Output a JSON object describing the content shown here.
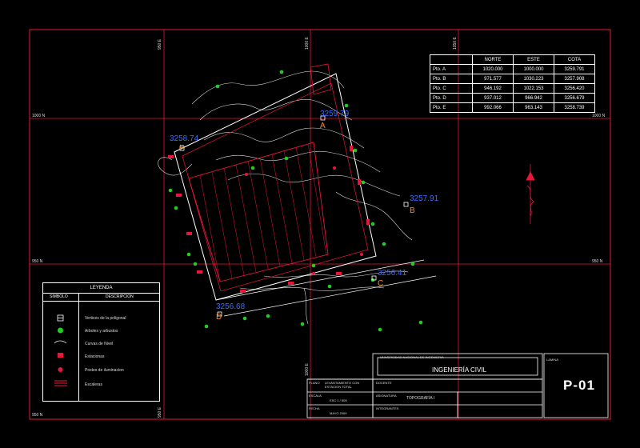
{
  "coordinates_table": {
    "headers": [
      "",
      "NORTE",
      "ESTE",
      "COTA"
    ],
    "rows": [
      {
        "point": "Pto. A",
        "norte": "1020.000",
        "este": "1000.000",
        "cota": "3259.791"
      },
      {
        "point": "Pto. B",
        "norte": "971.577",
        "este": "1030.223",
        "cota": "3257.908"
      },
      {
        "point": "Pto. C",
        "norte": "946.192",
        "este": "1022.153",
        "cota": "3256.420"
      },
      {
        "point": "Pto. D",
        "norte": "937.012",
        "este": "966.942",
        "cota": "3256.679"
      },
      {
        "point": "Pto. E",
        "norte": "992.066",
        "este": "963.143",
        "cota": "3258.739"
      }
    ]
  },
  "legend": {
    "title": "LEYENDA",
    "col_symbol": "SIMBOLO",
    "col_description": "DESCRIPCION",
    "items": [
      {
        "label": "Vertices de la poligonal",
        "symbol": "vertex-icon"
      },
      {
        "label": "Arboles y arbustos",
        "symbol": "tree-icon"
      },
      {
        "label": "Curvas de Nivel",
        "symbol": "contour-line-icon"
      },
      {
        "label": "Estacionas",
        "symbol": "parking-icon"
      },
      {
        "label": "Postes de iluminacion",
        "symbol": "light-pole-icon"
      },
      {
        "label": "Escaleras",
        "symbol": "stairs-icon"
      }
    ]
  },
  "points": [
    {
      "id": "A",
      "elevation": "3259.79"
    },
    {
      "id": "B",
      "elevation": "3257.91"
    },
    {
      "id": "C",
      "elevation": "3256.41"
    },
    {
      "id": "D",
      "elevation": "3256.68"
    },
    {
      "id": "E",
      "elevation": "3258.74"
    }
  ],
  "grid_labels": {
    "n1000": "1000 N",
    "n950": "950 N",
    "e950": "950 E",
    "e1000": "1000 E",
    "e1050": "1050 E"
  },
  "title_block": {
    "university": "UNIVERSIDAD NACIONAL DE INGENIERIA",
    "faculty": "INGENIERÍA CIVIL",
    "proyecto_label": "PLANO",
    "proyecto_value": "LEVANTAMIENTO CON ESTACION TOTAL",
    "escala_label": "ESCALA",
    "escala_value": "ESC 1 / 500",
    "fecha_label": "FECHA",
    "fecha_value": "MAYO 2009",
    "docente_label": "DOCENTE",
    "asignatura_label": "ASIGNATURA",
    "asignatura_value": "TOPOGRAFÍA I",
    "integrantes_label": "INTEGRANTES",
    "lamina_label": "LAMINA",
    "sheet_code": "P-01"
  },
  "colors": {
    "background": "#000000",
    "grid": "#e8173a",
    "elevation_text": "#3a6dff",
    "point_label": "#ff8c1a",
    "tree": "#22cc22",
    "contour": "#ffffff"
  }
}
